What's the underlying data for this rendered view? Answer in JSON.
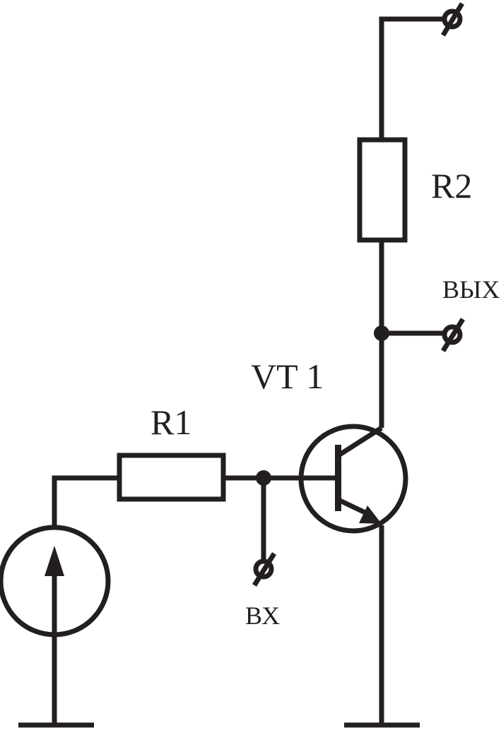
{
  "diagram": {
    "labels": {
      "r1": "R1",
      "r2": "R2",
      "vt1": "VT 1",
      "input": "ВХ",
      "output": "ВЫХ"
    },
    "components": {
      "r1": "resistor",
      "r2": "resistor",
      "vt1": "npn-transistor",
      "source": "current-source"
    },
    "colors": {
      "stroke": "#231f20",
      "background": "#ffffff"
    }
  }
}
